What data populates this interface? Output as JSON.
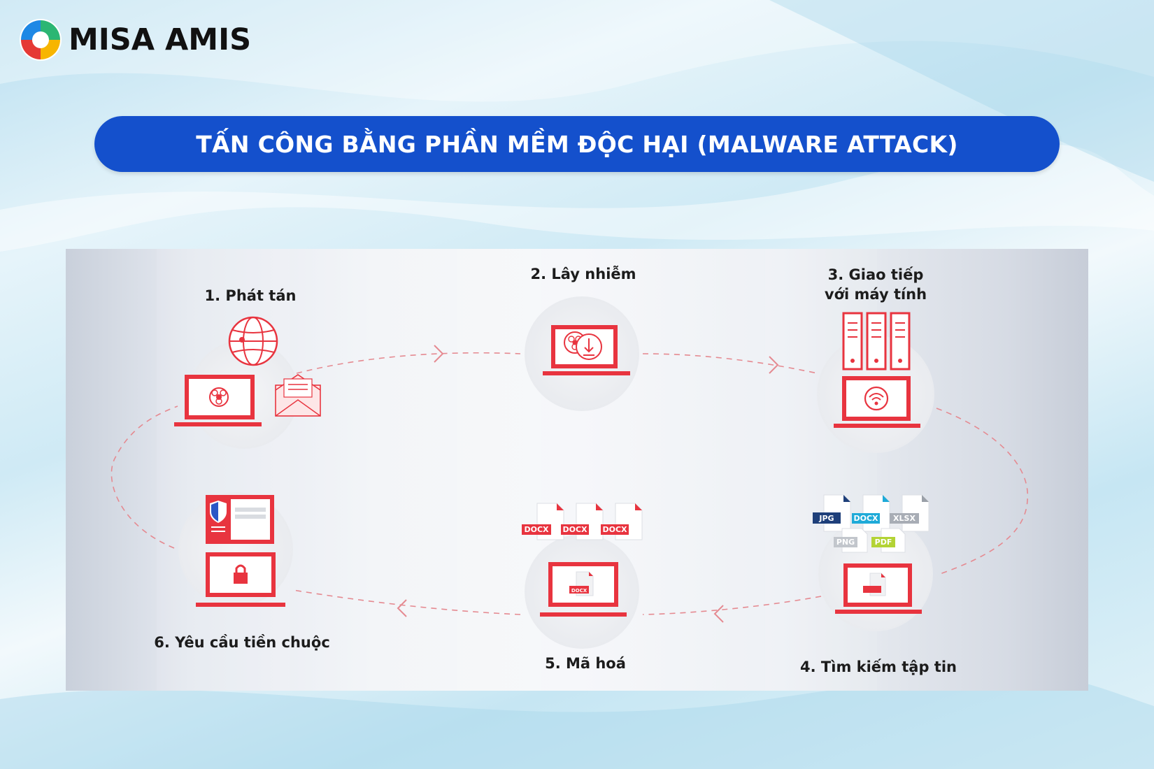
{
  "brand": {
    "name": "MISA AMIS"
  },
  "title": "TẤN CÔNG BẰNG PHẦN MỀM ĐỘC HẠI (MALWARE ATTACK)",
  "colors": {
    "banner": "#1450cc",
    "accent_red": "#e8343f",
    "text": "#1c1c1c"
  },
  "steps": [
    {
      "label": "1. Phát tán",
      "icons": [
        "globe-icon",
        "laptop-biohazard-icon",
        "envelope-icon"
      ]
    },
    {
      "label": "2. Lây nhiễm",
      "icons": [
        "laptop-download-icon"
      ]
    },
    {
      "label_lines": [
        "3. Giao tiếp",
        "với máy tính"
      ],
      "icons": [
        "server-icon",
        "laptop-wifi-icon"
      ]
    },
    {
      "label": "4. Tìm kiếm tập tin",
      "icons": [
        "laptop-file-icon"
      ],
      "file_types": [
        "JPG",
        "DOCX",
        "XLSX",
        "PNG",
        "PDF"
      ]
    },
    {
      "label": "5. Mã hoá",
      "icons": [
        "laptop-file-icon"
      ],
      "file_types": [
        "DOCX",
        "DOCX",
        "DOCX"
      ],
      "laptop_file_tag": "DOCX"
    },
    {
      "label": "6. Yêu cầu tiền chuộc",
      "icons": [
        "ransom-window-icon",
        "laptop-lock-icon"
      ]
    }
  ]
}
